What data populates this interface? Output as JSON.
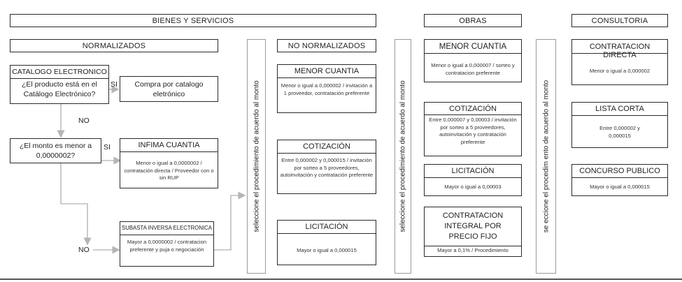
{
  "headers": {
    "bienes": "BIENES Y SERVICIOS",
    "obras": "OBRAS",
    "consultoria": "CONSULTORIA",
    "normalizados": "NORMALIZADOS",
    "no_normalizados": "NO NORMALIZADOS"
  },
  "catalogo": {
    "title": "CATALOGO ELECTRONICO",
    "question": "¿El producto está en el Catálogo Electrónico?"
  },
  "compra": "Compra por catalogo eletrónico",
  "monto_question": "¿El monto es menor a 0,0000002?",
  "labels": {
    "si1": "SI",
    "si2": "SI",
    "no1": "NO",
    "no2": "NO"
  },
  "infima": {
    "title": "INFIMA CUANTIA",
    "body": "Menor o igual a 0,0000002 / contratación directa / Proveedor con o sin RUP"
  },
  "subasta": {
    "title": "SUBASTA INVERSA ELECTRONICA",
    "body": "Mayor a 0,0000002 / contratacion preferente y puja o negociación"
  },
  "vertical": {
    "v1": "seleccione el procedimiento de acuerdo al monto",
    "v2": "seleccione el procedimiento de acuerdo al monto",
    "v3": "se eccione el procedim ento de acuerdo al monto"
  },
  "nn": {
    "menor": {
      "title": "MENOR CUANTIA",
      "body": "Menor o igual a 0,000002 / invitación a 1 proveedor, contratación preferente"
    },
    "cotizacion": {
      "title": "COTIZACIÓN",
      "body": "Entre 0,000002 y 0,000015 / invitación por sorteo a 5 proveedores, autoinvitación y contratación preferente"
    },
    "licitacion": {
      "title": "LICITACIÓN",
      "body": "Mayor o igual a 0,000015"
    }
  },
  "obras": {
    "menor": {
      "title": "MENOR CUANTIA",
      "body": "Menor o igual a 0,000007 / sorteo y contratacion preferente"
    },
    "cotizacion": {
      "title": "COTIZACIÓN",
      "body": "Entre 0,000007 y 0,00003 / invitación por sorteo a 5 proveedores, autoinvitación y contratación preferente"
    },
    "licitacion": {
      "title": "LICITACIÓN",
      "body": "Mayor o igual a 0,00003"
    },
    "integral": {
      "title": "CONTRATACION INTEGRAL POR PRECIO FIJO",
      "body": "Mayor a 0,1% / Procedimiento"
    }
  },
  "consultoria": {
    "directa": {
      "title": "CONTRATACION DIRECTA",
      "body": "Menor o igual a 0,000002"
    },
    "corta": {
      "title": "LISTA CORTA",
      "body": "Entre 0,000002 y 0,000015"
    },
    "publico": {
      "title": "CONCURSO PUBLICO",
      "body": "Mayor o igual a 0,000015"
    }
  }
}
